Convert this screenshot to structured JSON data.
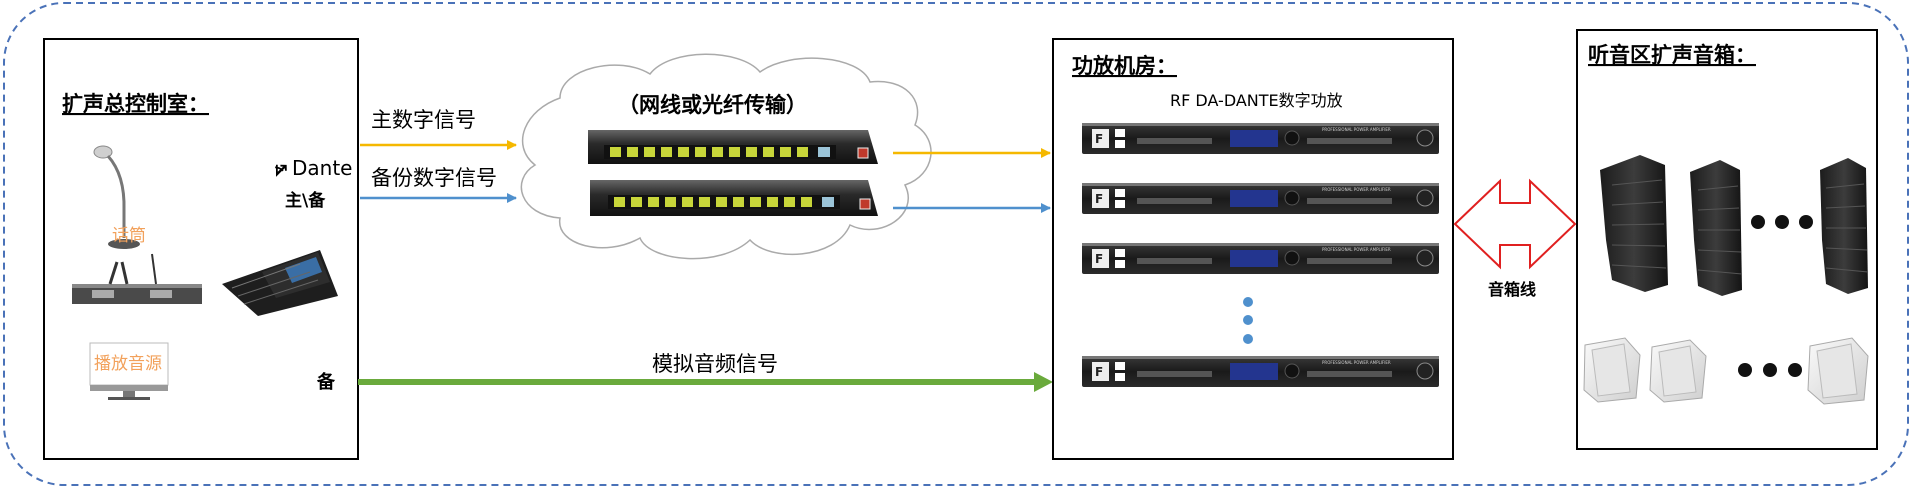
{
  "control_room": {
    "title": "扩声总控制室：",
    "microphone_label": "话筒",
    "player_label": "播放音源",
    "dante_logo": "Dante",
    "main_backup_label": "主\\备",
    "backup_label": "备"
  },
  "signals": {
    "primary_digital": "主数字信号",
    "backup_digital": "备份数字信号",
    "analog_audio": "模拟音频信号",
    "network_label": "（网线或光纤传输）"
  },
  "amp_room": {
    "title": "功放机房：",
    "amp_model": "RF DA-DANTE数字功放",
    "amp_panel_text": "PROFESSIONAL POWER AMPLIFIER"
  },
  "listening_area": {
    "title": "听音区扩声音箱：",
    "cable_label": "音箱线"
  },
  "colors": {
    "primary_signal": "#f5b800",
    "backup_signal": "#4f90cd",
    "analog_signal": "#6aaa3c",
    "outer_border": "#4a72b8",
    "speaker_arrow": "#e02020"
  }
}
